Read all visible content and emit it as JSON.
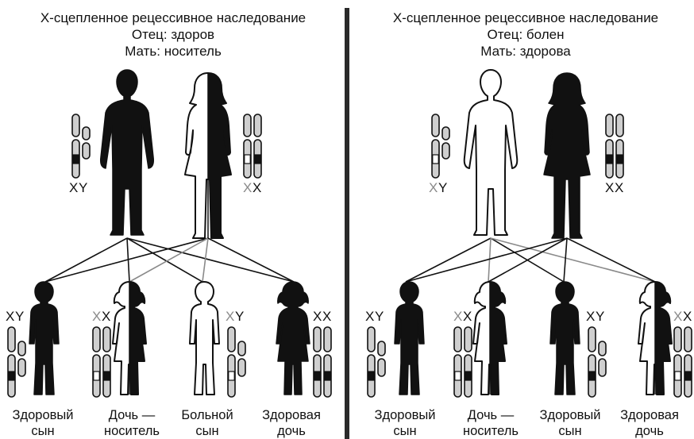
{
  "panels": [
    {
      "title": "X-сцепленное рецессивное наследование",
      "father_line": "Отец: здоров",
      "mother_line": "Мать: носитель",
      "parents": {
        "father_genotype": "XY",
        "mother_genotype": "XX"
      },
      "children": [
        {
          "genotype": "XY",
          "label_line1": "Здоровый",
          "label_line2": "сын"
        },
        {
          "genotype": "XX",
          "label_line1": "Дочь —",
          "label_line2": "носитель"
        },
        {
          "genotype": "XY",
          "label_line1": "Больной",
          "label_line2": "сын"
        },
        {
          "genotype": "XX",
          "label_line1": "Здоровая",
          "label_line2": "дочь"
        }
      ]
    },
    {
      "title": "X-сцепленное рецессивное наследование",
      "father_line": "Отец: болен",
      "mother_line": "Мать: здорова",
      "parents": {
        "father_genotype": "XY",
        "mother_genotype": "XX"
      },
      "children": [
        {
          "genotype": "XY",
          "label_line1": "Здоровый",
          "label_line2": "сын"
        },
        {
          "genotype": "XX",
          "label_line1": "Дочь —",
          "label_line2": "носитель"
        },
        {
          "genotype": "XY",
          "label_line1": "Здоровый",
          "label_line2": "сын"
        },
        {
          "genotype": "XX",
          "label_line1": "Здоровая",
          "label_line2": "дочь"
        }
      ]
    }
  ],
  "colors": {
    "ink": "#111111",
    "gray_x": "#8a8a8a",
    "chromosome_fill": "#cfcfcf",
    "divider": "#2a2a2a"
  }
}
